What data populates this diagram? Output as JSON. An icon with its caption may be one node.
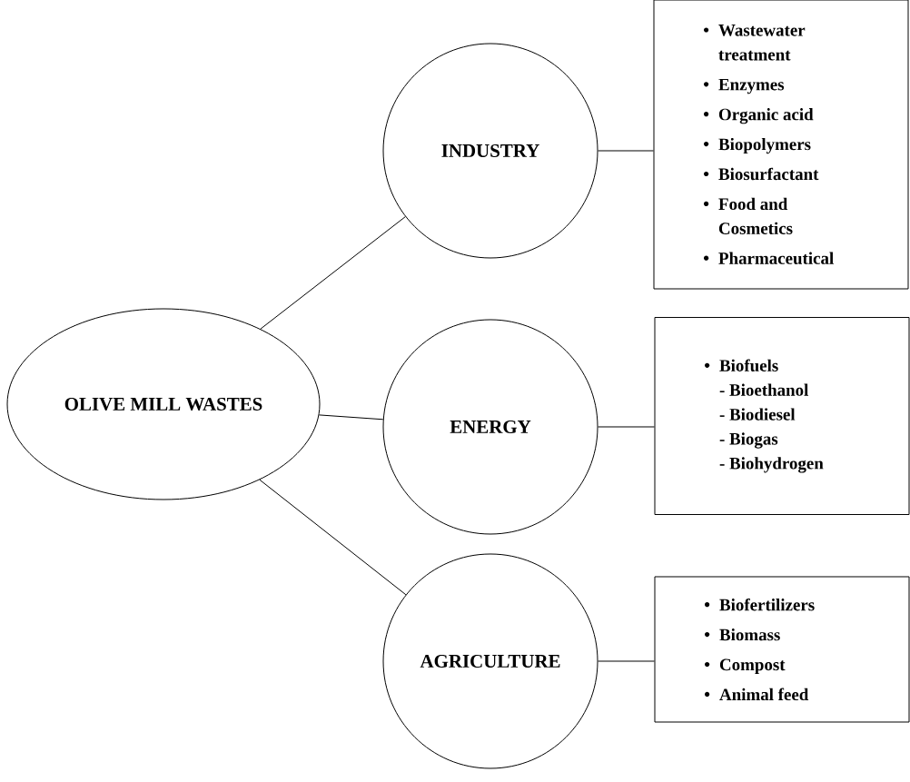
{
  "diagram": {
    "nodes": [
      {
        "text": [
          "OLIVE MILL WASTES"
        ]
      },
      {
        "text": [
          "INDUSTRY"
        ]
      },
      {
        "text": [
          "ENERGY"
        ]
      },
      {
        "text": [
          "AGRICULTURE"
        ]
      },
      {
        "text": [
          "Wastewater treatment",
          "Enzymes",
          "Organic acid",
          "Biopolymers",
          "Biosurfactant",
          "Food and Cosmetics",
          "Pharmaceutical"
        ]
      },
      {
        "text": [
          "Biofuels",
          "- Bioethanol",
          "- Biodiesel",
          "- Biogas",
          "- Biohydrogen"
        ]
      },
      {
        "text": [
          "Biofertilizers",
          "Biomass",
          "Compost",
          "Animal feed"
        ]
      }
    ],
    "edges": [
      {
        "from": 0,
        "to": 1,
        "arrow": "none"
      },
      {
        "from": 0,
        "to": 2,
        "arrow": "none"
      },
      {
        "from": 0,
        "to": 3,
        "arrow": "none"
      },
      {
        "from": 1,
        "to": 4,
        "arrow": "none"
      },
      {
        "from": 2,
        "to": 5,
        "arrow": "none"
      },
      {
        "from": 3,
        "to": 6,
        "arrow": "none"
      }
    ]
  }
}
